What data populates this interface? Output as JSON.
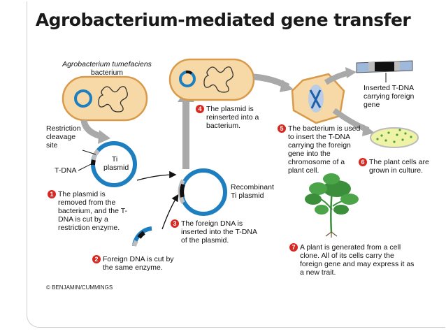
{
  "title": "Agrobacterium-mediated gene transfer",
  "labels": {
    "bacterium_name": "Agrobacterium tumefaciens",
    "bacterium": "bacterium",
    "restriction_site": "Restriction cleavage site",
    "t_dna": "T-DNA",
    "ti_plasmid": "Ti plasmid",
    "recombinant": "Recombinant Ti plasmid",
    "inserted_tdna": "Inserted T-DNA carrying foreign gene"
  },
  "steps": [
    {
      "n": "1",
      "text": "The plasmid is removed from the bacterium, and the T-DNA is cut by a restriction enzyme."
    },
    {
      "n": "2",
      "text": "Foreign DNA is cut by the same enzyme."
    },
    {
      "n": "3",
      "text": "The foreign DNA is inserted into the T-DNA of the plasmid."
    },
    {
      "n": "4",
      "text": "The plasmid is reinserted into a bacterium."
    },
    {
      "n": "5",
      "text": "The bacterium is used to insert the T-DNA carrying the foreign gene into the chromosome of a plant cell."
    },
    {
      "n": "6",
      "text": "The plant cells are grown in culture."
    },
    {
      "n": "7",
      "text": "A plant is generated from a cell clone. All of its cells carry the foreign gene and may express it as a new trait."
    }
  ],
  "credit": "© BENJAMIN/CUMMINGS",
  "colors": {
    "bacterium_fill": "#f6d9a6",
    "bacterium_stroke": "#d99a4a",
    "plasmid": "#1e7fc0",
    "step_badge": "#d72822",
    "arrow_gray": "#a9a9a9",
    "plant": "#3b8f3a"
  }
}
